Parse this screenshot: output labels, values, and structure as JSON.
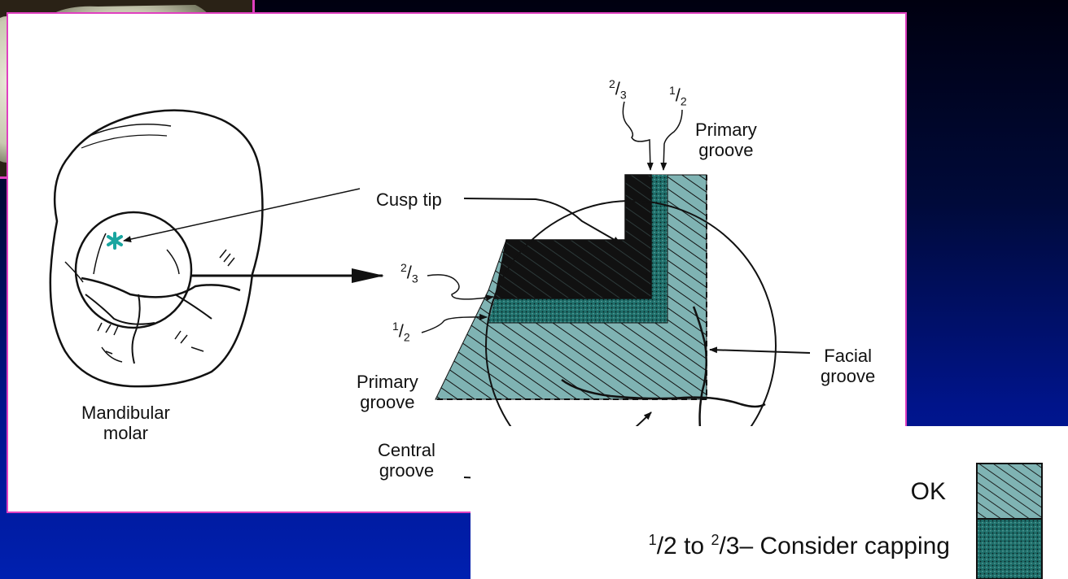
{
  "colors": {
    "hatch": "#7fb3b3",
    "dotted": "#1f6e6a",
    "dark": "#111111",
    "asterisk": "#1aa6a0",
    "frame": "#e040c0"
  },
  "diagram": {
    "tooth_label": "Mandibular\nmolar",
    "cusp_tip": "Cusp tip",
    "primary_groove_top": "Primary\ngroove",
    "primary_groove_left": "Primary\ngroove",
    "facial_groove": "Facial\ngroove",
    "central_groove": "Central\ngroove",
    "frac_two_thirds": {
      "num": "2",
      "den": "3"
    },
    "frac_one_half": {
      "num": "1",
      "den": "2"
    }
  },
  "legend": {
    "ok": "OK",
    "cap_num1": "1",
    "cap_den1": "2",
    "cap_mid": "to",
    "cap_num2": "2",
    "cap_den2": "3",
    "cap_suffix": "– Consider capping"
  }
}
